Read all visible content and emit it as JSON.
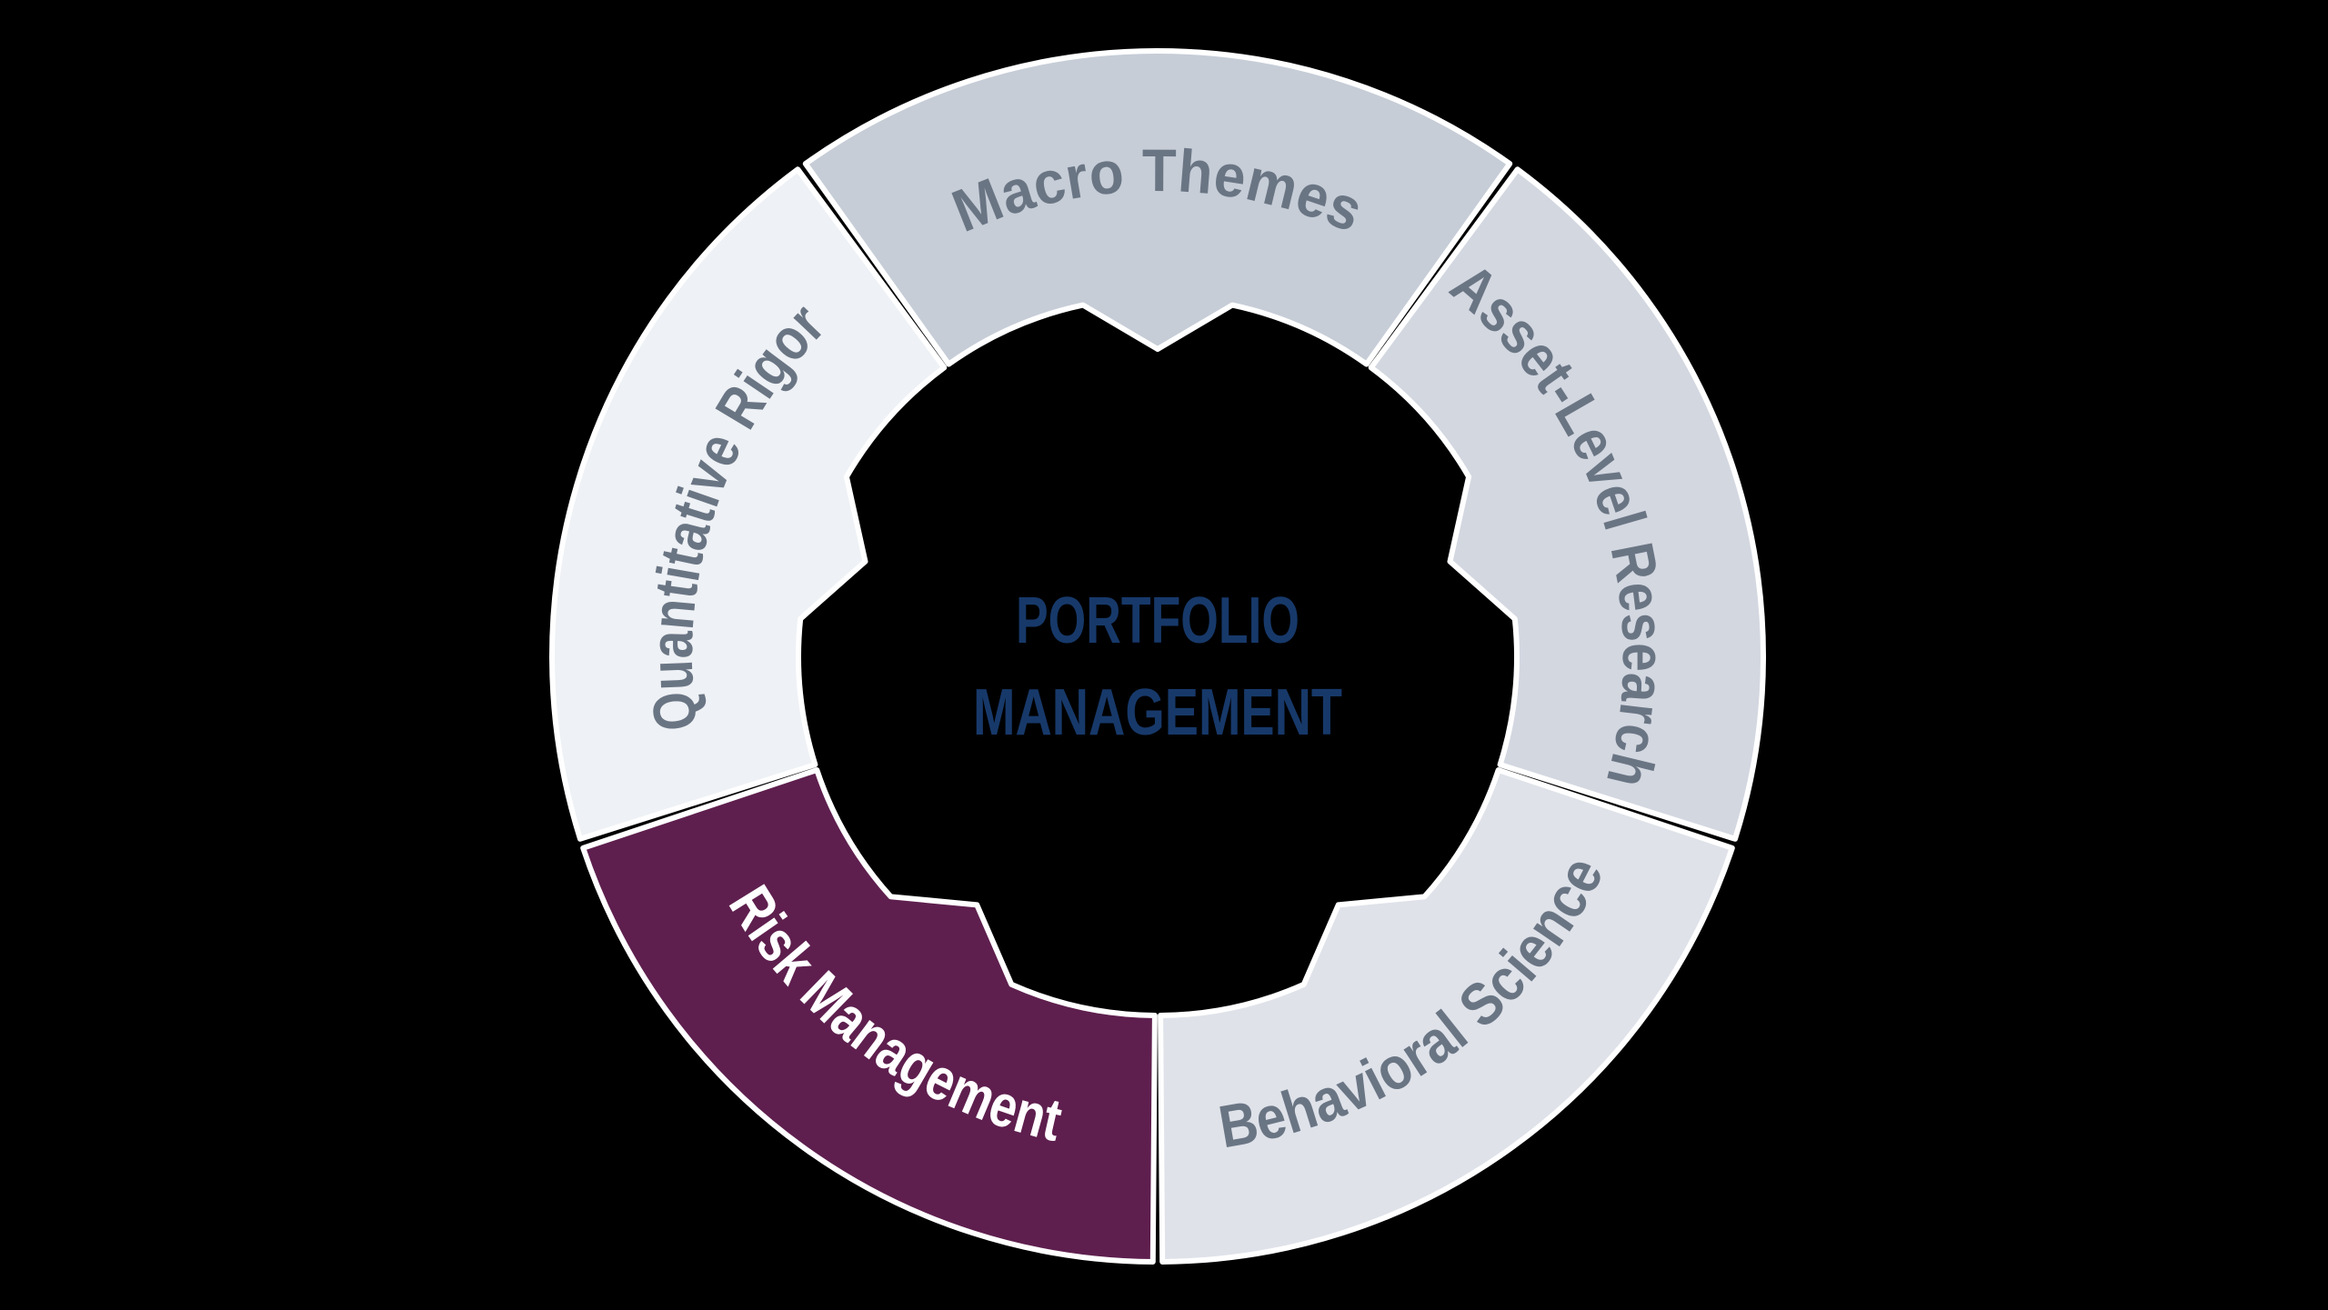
{
  "background_color": "#000000",
  "diagram": {
    "type": "segmented-cycle",
    "separator_color": "#ffffff",
    "center_label": {
      "line1": "PORTFOLIO",
      "line2": "MANAGEMENT",
      "color": "#17396a"
    },
    "segments": [
      {
        "id": "macro-themes",
        "label": "Macro Themes",
        "fill": "#c6cdd7",
        "label_color": "#6a7584",
        "center_angle_deg": 0,
        "label_flipped": false,
        "highlighted": false
      },
      {
        "id": "asset-level-research",
        "label": "Asset-Level Research",
        "fill": "#d3d7e0",
        "label_color": "#6a7584",
        "center_angle_deg": 72,
        "label_flipped": false,
        "highlighted": false
      },
      {
        "id": "behavioral-science",
        "label": "Behavioral Science",
        "fill": "#dfe2e9",
        "label_color": "#6a7584",
        "center_angle_deg": 144,
        "label_flipped": true,
        "highlighted": false
      },
      {
        "id": "risk-management",
        "label": "Risk Management",
        "fill": "#5e1f4e",
        "label_color": "#ffffff",
        "center_angle_deg": 216,
        "label_flipped": true,
        "highlighted": true
      },
      {
        "id": "quantitative-rigor",
        "label": "Quantitative Rigor",
        "fill": "#eef1f5",
        "label_color": "#6a7584",
        "center_angle_deg": 288,
        "label_flipped": false,
        "highlighted": false
      }
    ]
  }
}
